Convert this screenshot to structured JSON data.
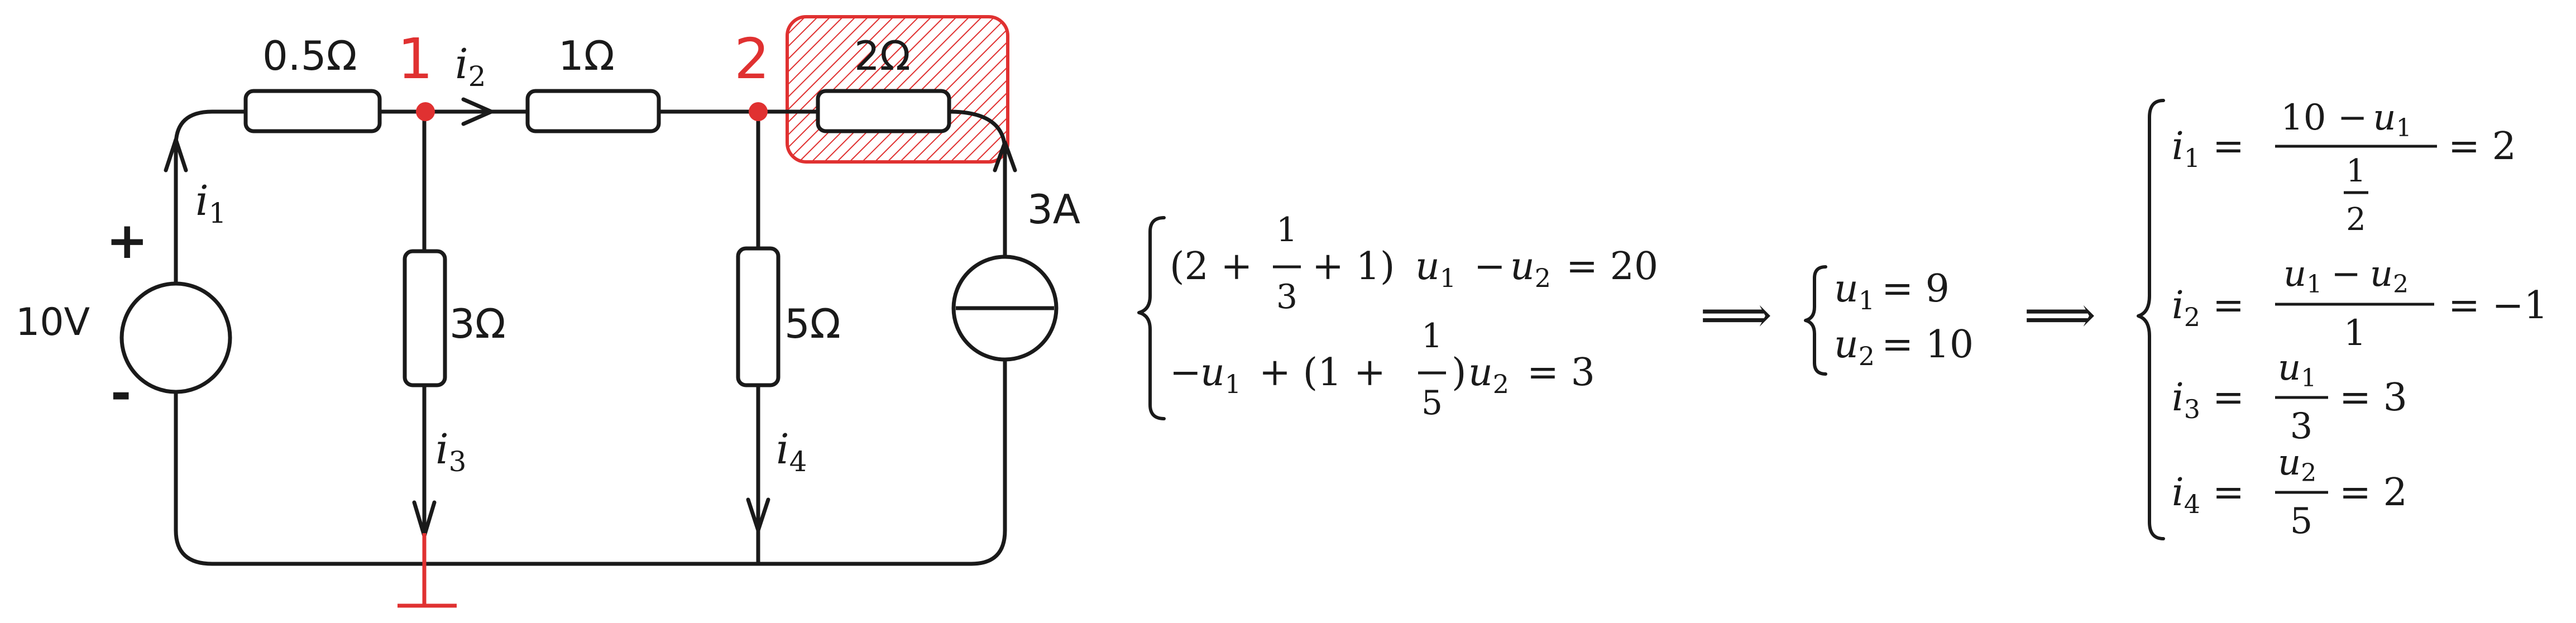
{
  "circuit": {
    "source_voltage": "10V",
    "plus_sign": "+",
    "minus_sign": "-",
    "r1": "0.5Ω",
    "r2": "1Ω",
    "r3": "3Ω",
    "r4": "5Ω",
    "r5": "2Ω",
    "current_source": "3A",
    "node1": "1",
    "node2": "2",
    "currents": {
      "i1": "i",
      "i1_sub": "1",
      "i2": "i",
      "i2_sub": "2",
      "i3": "i",
      "i3_sub": "3",
      "i4": "i",
      "i4_sub": "4"
    },
    "colors": {
      "node": "#e03131",
      "hatch": "#e03131",
      "ink": "#1a1a1a"
    }
  },
  "equations": {
    "system1": {
      "row1": {
        "a": "(2 +",
        "frac_num": "1",
        "frac_den": "3",
        "b": "+ 1)",
        "u1": "u",
        "u1_sub": "1",
        "c": "−",
        "u2": "u",
        "u2_sub": "2",
        "rhs": "= 20"
      },
      "row2": {
        "a": "−",
        "u1": "u",
        "u1_sub": "1",
        "b": "+ (1 +",
        "frac_num": "1",
        "frac_den": "5",
        "c": ")",
        "u2": "u",
        "u2_sub": "2",
        "rhs": "= 3"
      }
    },
    "implies1": "⟹",
    "system2": {
      "row1": {
        "var": "u",
        "sub": "1",
        "rhs": "= 9"
      },
      "row2": {
        "var": "u",
        "sub": "2",
        "rhs": "= 10"
      }
    },
    "implies2": "⟹",
    "system3": {
      "row1": {
        "var": "i",
        "sub": "1",
        "eq": "=",
        "num": "10 −",
        "num_var": "u",
        "num_sub": "1",
        "den_num": "1",
        "den_den": "2",
        "rhs": "= 2"
      },
      "row2": {
        "var": "i",
        "sub": "2",
        "eq": "=",
        "num_a": "u",
        "num_a_sub": "1",
        "num_op": "−",
        "num_b": "u",
        "num_b_sub": "2",
        "den": "1",
        "rhs": "= −1"
      },
      "row3": {
        "var": "i",
        "sub": "3",
        "eq": "=",
        "num": "u",
        "num_sub": "1",
        "den": "3",
        "rhs": "= 3"
      },
      "row4": {
        "var": "i",
        "sub": "4",
        "eq": "=",
        "num": "u",
        "num_sub": "2",
        "den": "5",
        "rhs": "= 2"
      }
    }
  }
}
